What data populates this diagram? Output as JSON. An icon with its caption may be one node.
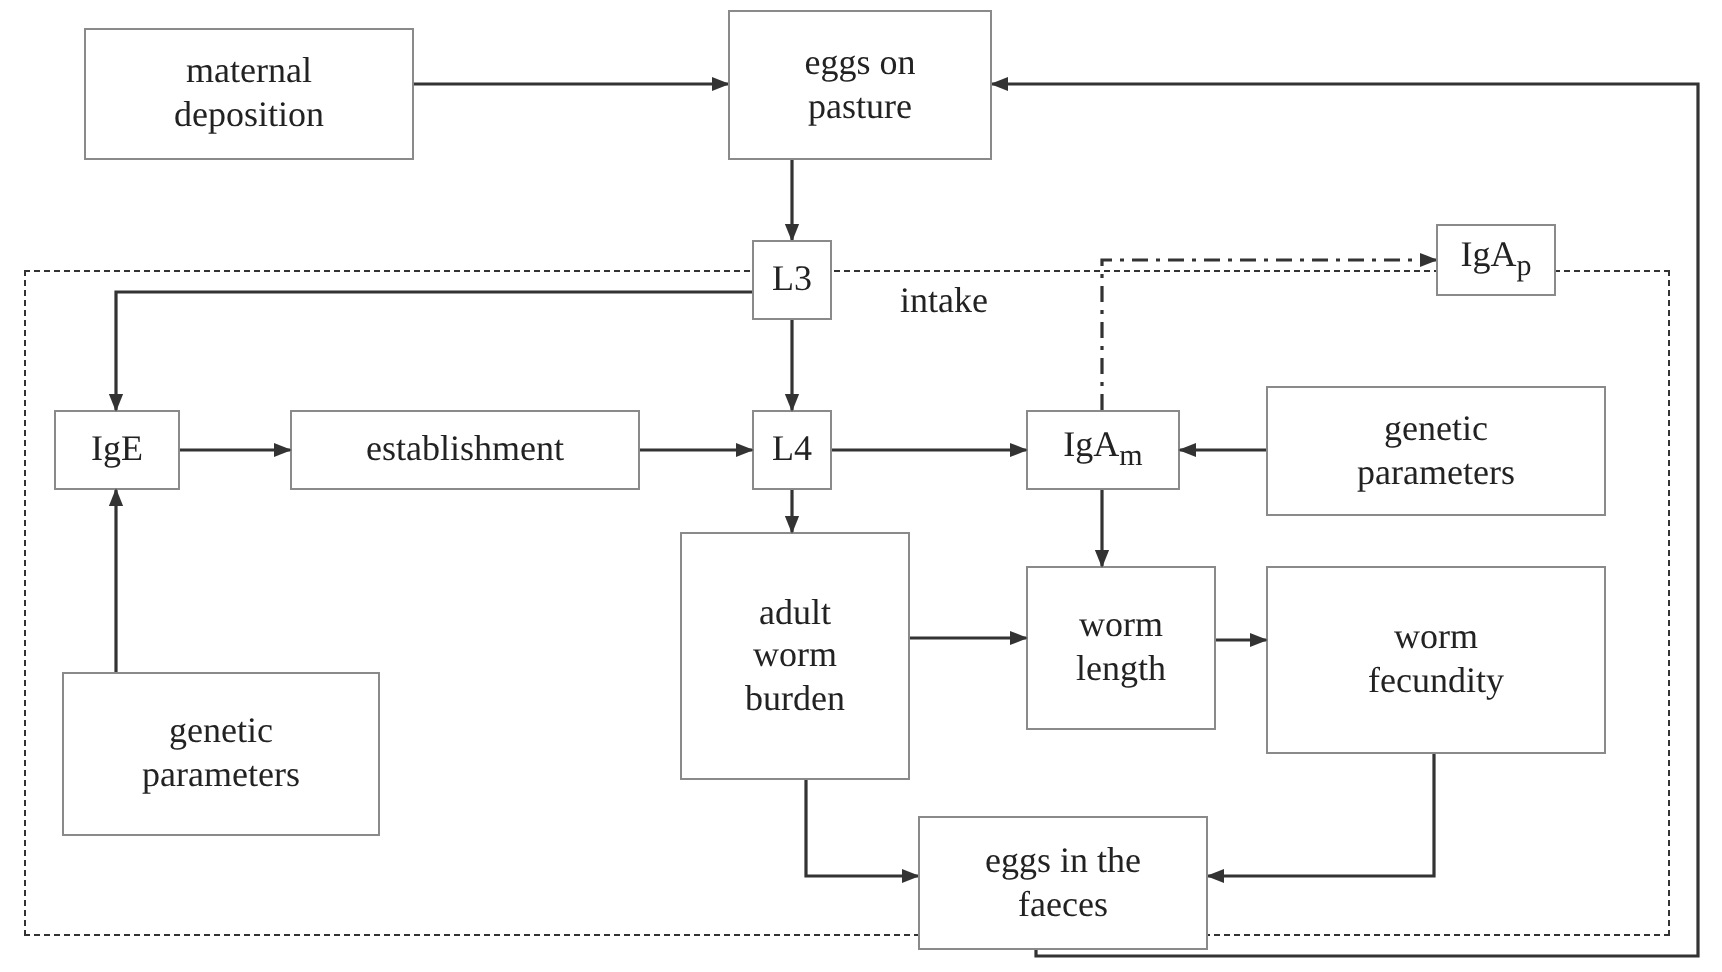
{
  "diagram": {
    "nodes": [
      {
        "text": [
          "maternal deposition"
        ]
      },
      {
        "text": [
          "eggs on pasture"
        ]
      },
      {
        "text": [],
        "shape": "box"
      },
      {
        "text": [
          "L3"
        ],
        "beside": [
          "intake"
        ]
      },
      {
        "text": [
          "IgE"
        ],
        "in": 2
      },
      {
        "text": [
          "establishment"
        ],
        "in": 2
      },
      {
        "text": [
          "L4"
        ],
        "in": 2
      },
      {
        "text": [
          "IgA$_{m}$"
        ],
        "in": 2
      },
      {
        "text": [
          "IgA$_{p}$"
        ]
      },
      {
        "text": [
          "genetic parameters"
        ],
        "in": 2
      },
      {
        "text": [
          "adult worm burden"
        ],
        "in": 2
      },
      {
        "text": [
          "worm length"
        ],
        "in": 2
      },
      {
        "text": [
          "worm fecundity"
        ],
        "in": 2
      },
      {
        "text": [
          "genetic parameters"
        ],
        "in": 2
      },
      {
        "text": [
          "eggs in the faeces"
        ]
      }
    ],
    "edges": [
      {
        "from": 0,
        "to": 1,
        "arrow": "to"
      },
      {
        "from": 14,
        "to": 1,
        "arrow": "to"
      },
      {
        "from": 1,
        "to": 3,
        "arrow": "to"
      },
      {
        "from": 3,
        "to": 4,
        "arrow": "to"
      },
      {
        "from": 3,
        "to": 6,
        "arrow": "to"
      },
      {
        "from": 4,
        "to": 5,
        "arrow": "to"
      },
      {
        "from": 5,
        "to": 6,
        "arrow": "to"
      },
      {
        "from": 6,
        "to": 7,
        "arrow": "to"
      },
      {
        "from": 9,
        "to": 7,
        "arrow": "to"
      },
      {
        "from": 7,
        "to": 8,
        "arrow": "to",
        "style": "dashed"
      },
      {
        "from": 6,
        "to": 10,
        "arrow": "to"
      },
      {
        "from": 7,
        "to": 11,
        "arrow": "to"
      },
      {
        "from": 10,
        "to": 11,
        "arrow": "to"
      },
      {
        "from": 11,
        "to": 12,
        "arrow": "to"
      },
      {
        "from": 13,
        "to": 4,
        "arrow": "to"
      },
      {
        "from": 10,
        "to": 14,
        "arrow": "to"
      },
      {
        "from": 12,
        "to": 14,
        "arrow": "to"
      }
    ]
  }
}
